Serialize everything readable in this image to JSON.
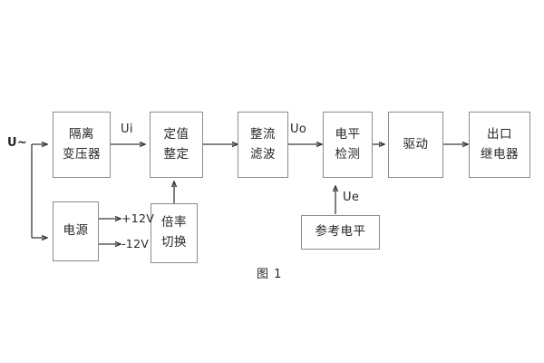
{
  "figure": {
    "caption": "图 1",
    "input_label": "U~",
    "colors": {
      "box_border": "#8c8c8c",
      "wire": "#3a3a3a",
      "text": "#262626",
      "background": "#ffffff"
    }
  },
  "blocks": [
    {
      "id": "isolation-transformer",
      "line1": "隔离",
      "line2": "变压器"
    },
    {
      "id": "setting-adjust",
      "line1": "定值",
      "line2": "整定"
    },
    {
      "id": "rectify-filter",
      "line1": "整流",
      "line2": "滤波"
    },
    {
      "id": "level-detect",
      "line1": "电平",
      "line2": "检测"
    },
    {
      "id": "drive",
      "line1": "驱动",
      "line2": ""
    },
    {
      "id": "output-relay",
      "line1": "出口",
      "line2": "继电器"
    },
    {
      "id": "power-supply",
      "line1": "电源",
      "line2": ""
    },
    {
      "id": "multiplier-switch",
      "line1": "倍率",
      "line2": "切换"
    },
    {
      "id": "reference-level",
      "line1": "参考电平",
      "line2": ""
    }
  ],
  "signal_labels": {
    "ui": "Ui",
    "uo": "Uo",
    "ue": "Ue",
    "v_pos": "+12V",
    "v_neg": "-12V"
  }
}
